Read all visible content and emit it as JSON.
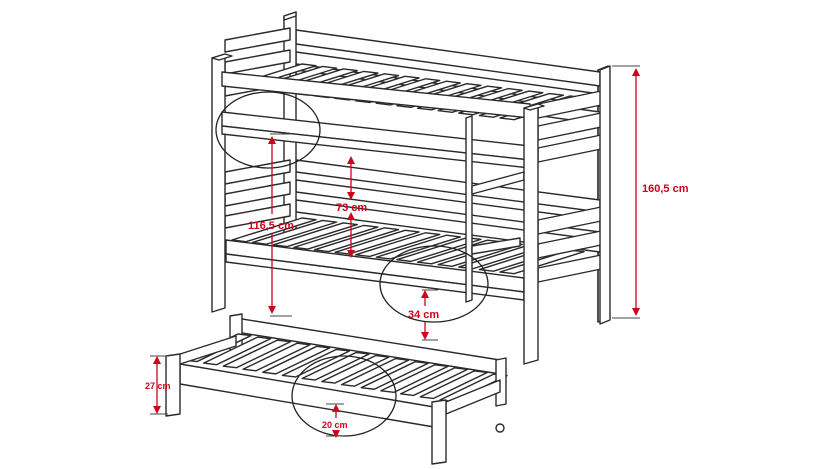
{
  "dimensions": {
    "total_height": "160,5 cm",
    "bed_clearance": "73 cm",
    "top_bunk_height": "116,5 cm",
    "guard_gap": "34 cm",
    "trundle_height": "27 cm",
    "trundle_gap": "20 cm"
  },
  "colors": {
    "line": "#2a2a2a",
    "dimension": "#d0021b",
    "background": "#ffffff"
  }
}
